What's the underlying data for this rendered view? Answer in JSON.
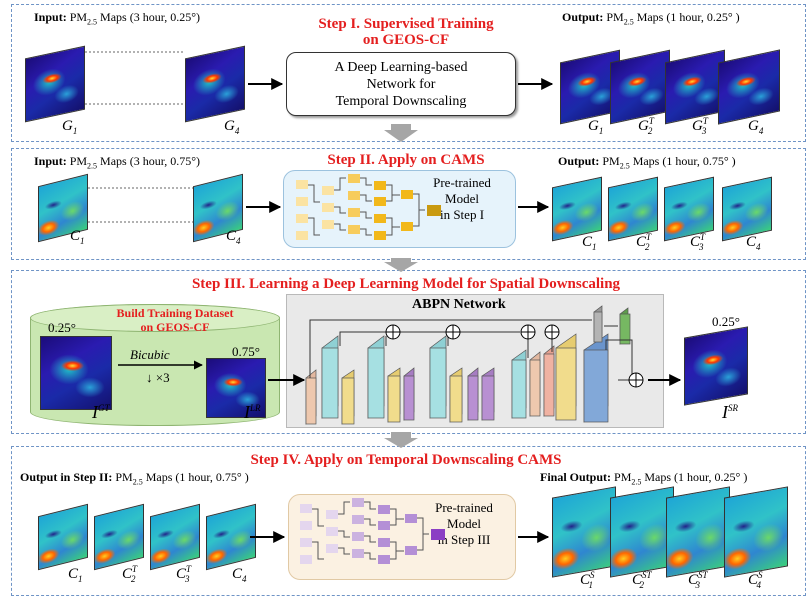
{
  "step1": {
    "title_line1": "Step I. Supervised Training",
    "title_line2": "on GEOS-CF",
    "input_bold": "Input:",
    "input_text": " PM",
    "input_sub": "2.5",
    "input_rest": " Maps (3 hour, 0.25°)",
    "output_bold": "Output:",
    "output_text": " PM",
    "output_sub": "2.5",
    "output_rest": " Maps (1 hour, 0.25° )",
    "model_line1": "A Deep Learning-based",
    "model_line2": "Network for",
    "model_line3": "Temporal Downscaling",
    "in_labels": [
      "G",
      "G"
    ],
    "in_subs": [
      "1",
      "4"
    ],
    "out_labels": [
      "G",
      "G",
      "G",
      "G"
    ],
    "out_subs": [
      "1",
      "2",
      "3",
      "4"
    ],
    "out_sups": [
      "",
      "T",
      "T",
      ""
    ]
  },
  "step2": {
    "title": "Step II. Apply on CAMS",
    "input_bold": "Input:",
    "input_text": " PM",
    "input_sub": "2.5",
    "input_rest": " Maps (3 hour, 0.75°)",
    "output_bold": "Output:",
    "output_text": " PM",
    "output_sub": "2.5",
    "output_rest": " Maps (1 hour, 0.75° )",
    "model_line1": "Pre-trained",
    "model_line2": "Model",
    "model_line3": "in Step I",
    "in_labels": [
      "C",
      "C"
    ],
    "in_subs": [
      "1",
      "4"
    ],
    "out_labels": [
      "C",
      "C",
      "C",
      "C"
    ],
    "out_subs": [
      "1",
      "2",
      "3",
      "4"
    ],
    "out_sups": [
      "",
      "T",
      "T",
      ""
    ]
  },
  "step3": {
    "title": "Step III. Learning a Deep Learning Model for Spatial Downscaling",
    "dataset_line1": "Build Training Dataset",
    "dataset_line2": "on GEOS-CF",
    "res_hr": "0.25°",
    "res_lr": "0.75°",
    "bicubic": "Bicubic",
    "downsample": "↓ ×3",
    "gt_label": "I",
    "gt_sup": "GT",
    "lr_label": "I",
    "lr_sup": "LR",
    "network_title": "ABPN Network",
    "sr_res": "0.25°",
    "sr_label": "I",
    "sr_sup": "SR"
  },
  "step4": {
    "title": "Step IV. Apply on Temporal Downscaling CAMS",
    "input_bold": "Output in Step II:",
    "input_text": " PM",
    "input_sub": "2.5",
    "input_rest": " Maps (1 hour, 0.75° )",
    "output_bold": "Final Output:",
    "output_text": " PM",
    "output_sub": "2.5",
    "output_rest": " Maps (1 hour, 0.25° )",
    "model_line1": "Pre-trained",
    "model_line2": "Model",
    "model_line3": "in Step III",
    "in_labels": [
      "C",
      "C",
      "C",
      "C"
    ],
    "in_subs": [
      "1",
      "2",
      "3",
      "4"
    ],
    "in_sups": [
      "",
      "T",
      "T",
      ""
    ],
    "out_labels": [
      "C",
      "C",
      "C",
      "C"
    ],
    "out_subs": [
      "1",
      "2",
      "3",
      "4"
    ],
    "out_sups": [
      "S",
      "ST",
      "ST",
      "S"
    ]
  },
  "colors": {
    "title_red": "#e41f1f",
    "panel_border": "#6f94c6",
    "step2_bg": "#e6f3fb",
    "step4_bg": "#fbf1e2",
    "cylinder": "#c9e7b1"
  }
}
